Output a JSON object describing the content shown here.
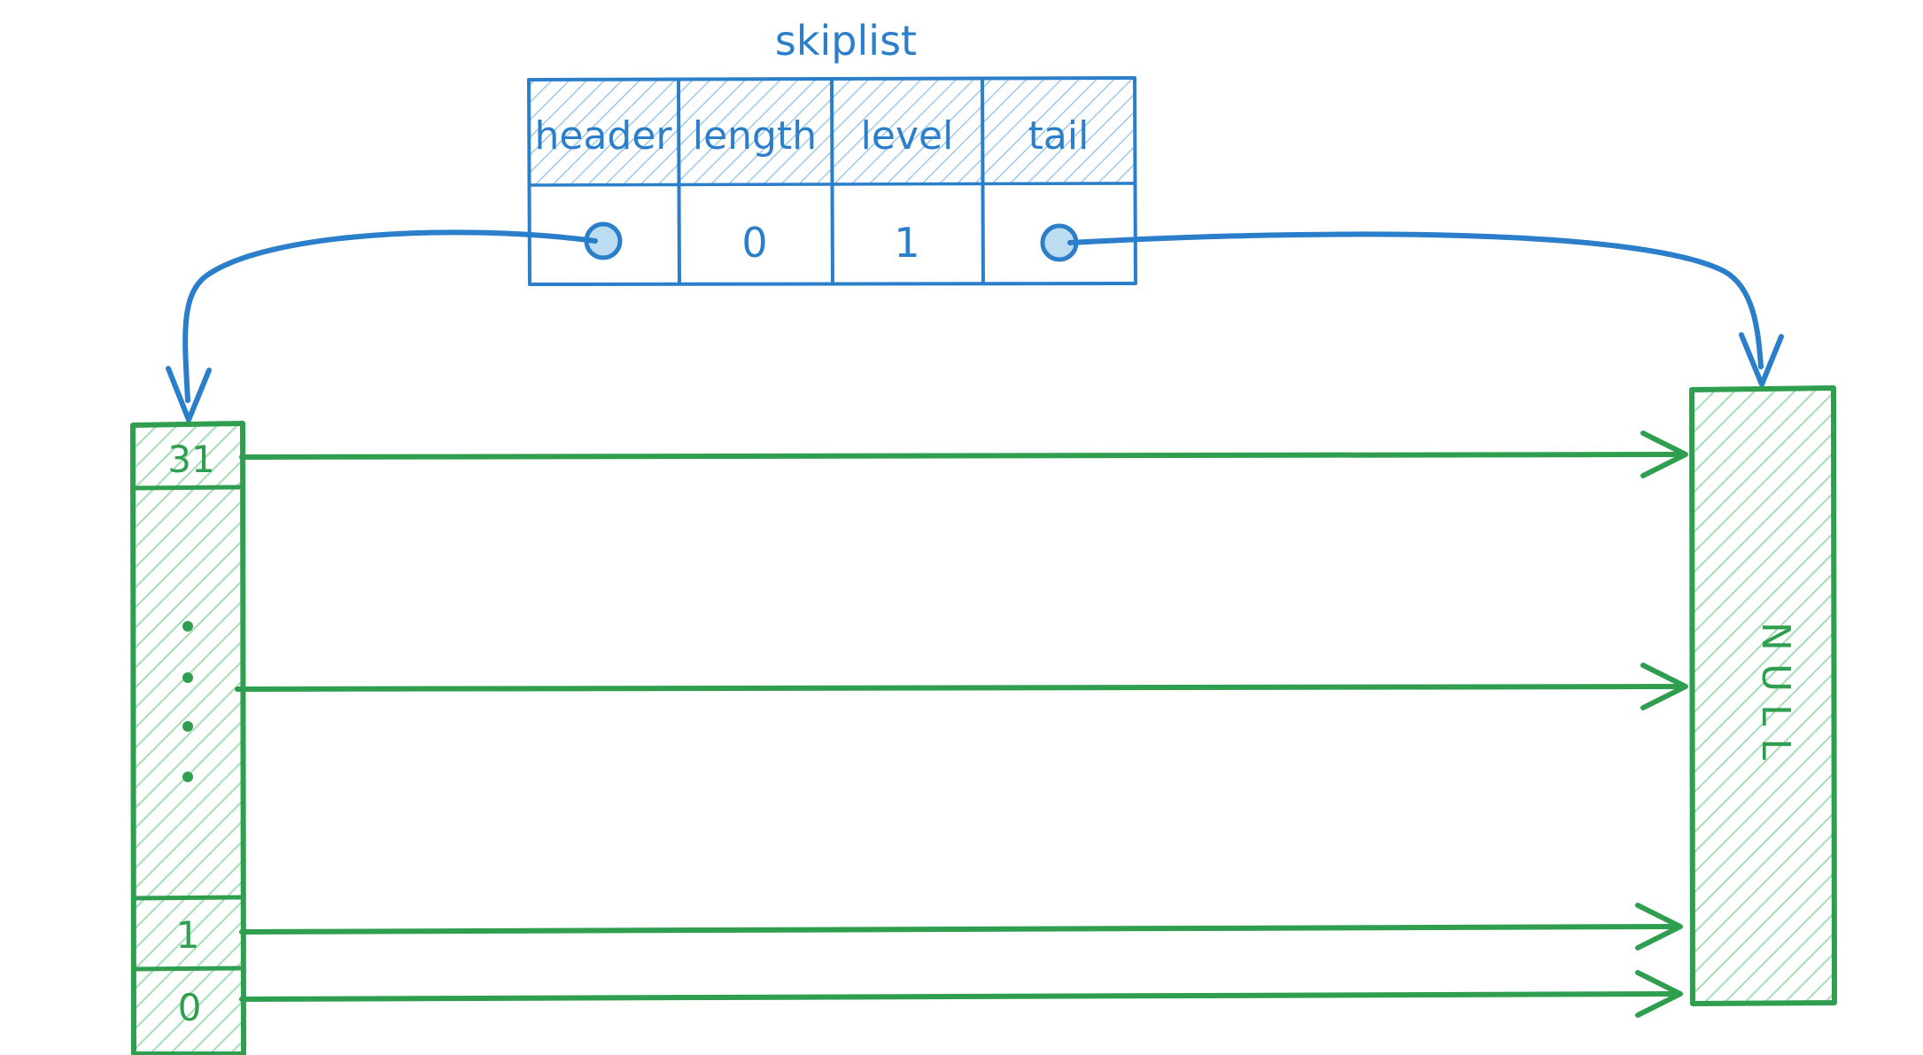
{
  "diagram": {
    "title": "skiplist",
    "colors": {
      "blue_stroke": "#2b7ec9",
      "blue_hatch": "#9ec9ea",
      "blue_fill": "#bcdcf2",
      "green_stroke": "#2f9e4f",
      "green_hatch": "#a6ddb4",
      "background": "#ffffff"
    }
  },
  "struct_table": {
    "name": "skiplist",
    "fields": [
      {
        "label": "header",
        "value": "",
        "value_kind": "pointer-dot"
      },
      {
        "label": "length",
        "value": "0",
        "value_kind": "number"
      },
      {
        "label": "level",
        "value": "1",
        "value_kind": "number"
      },
      {
        "label": "tail",
        "value": "",
        "value_kind": "pointer-dot"
      }
    ]
  },
  "header_node": {
    "name": "header-node",
    "levels": [
      {
        "label": "31",
        "kind": "level"
      },
      {
        "label": "",
        "kind": "ellipsis-gap"
      },
      {
        "label": "1",
        "kind": "level"
      },
      {
        "label": "0",
        "kind": "level"
      }
    ],
    "ellipsis_dots": 4
  },
  "null_node": {
    "label": "NULL",
    "orientation": "vertical"
  },
  "connections": [
    {
      "from": "skiplist.header",
      "to": "header-node",
      "color": "blue",
      "style": "curved-arrow"
    },
    {
      "from": "skiplist.tail",
      "to": "null-node",
      "color": "blue",
      "style": "curved-arrow"
    },
    {
      "from": "header-node.level-31",
      "to": "null-node",
      "color": "green",
      "style": "straight-arrow"
    },
    {
      "from": "header-node.level-mid",
      "to": "null-node",
      "color": "green",
      "style": "straight-arrow"
    },
    {
      "from": "header-node.level-1",
      "to": "null-node",
      "color": "green",
      "style": "straight-arrow"
    },
    {
      "from": "header-node.level-0",
      "to": "null-node",
      "color": "green",
      "style": "straight-arrow"
    }
  ]
}
